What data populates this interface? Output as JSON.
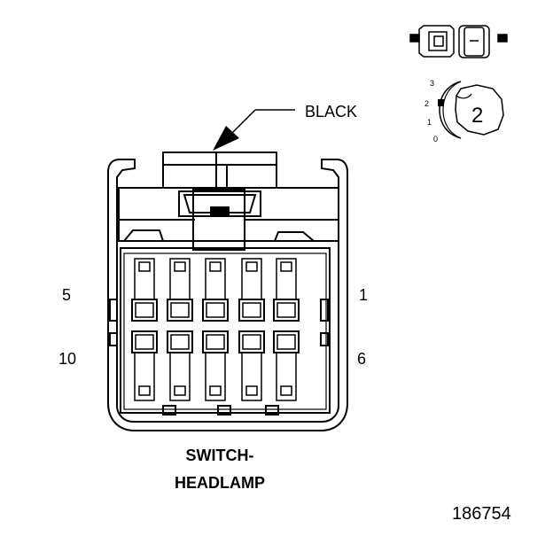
{
  "connector": {
    "color_label": "BLACK",
    "name_line1": "SWITCH-",
    "name_line2": "HEADLAMP",
    "figure_number": "186754"
  },
  "pins": {
    "top_left": "5",
    "top_right": "1",
    "bottom_left": "10",
    "bottom_right": "6"
  },
  "view_indicator": {
    "numbers": [
      "3",
      "2",
      "1",
      "0"
    ],
    "connector_number": "2"
  },
  "colors": {
    "line": "#000000",
    "background": "#ffffff"
  }
}
